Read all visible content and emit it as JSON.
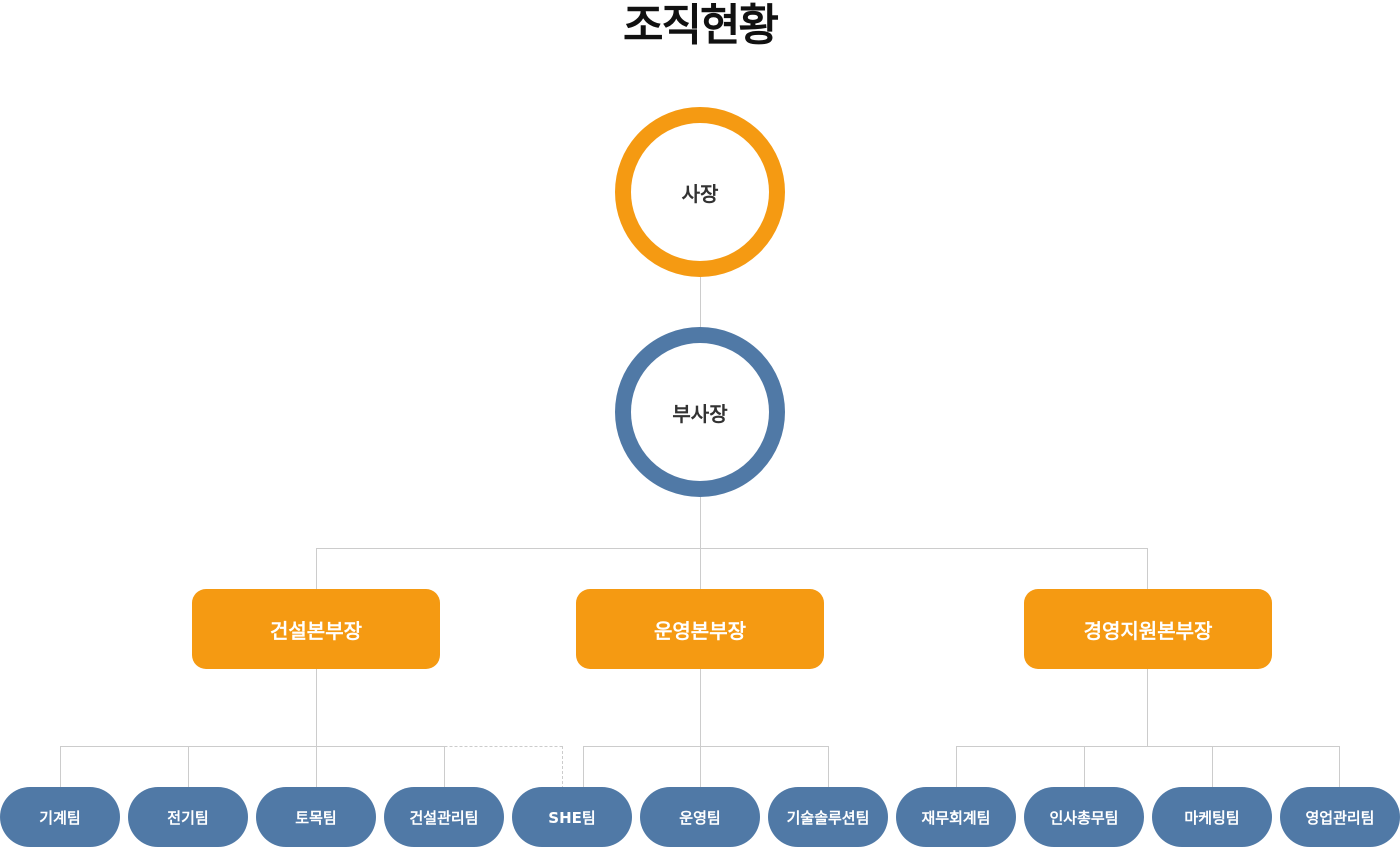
{
  "title": "조직현황",
  "ceo": "사장",
  "vice_president": "부사장",
  "headquarters": [
    "건설본부장",
    "운영본부장",
    "경영지원본부장"
  ],
  "teams": {
    "construction": [
      "기계팀",
      "전기팀",
      "토목팀",
      "건설관리팀"
    ],
    "operations": [
      "SHE팀",
      "운영팀",
      "기술솔루션팀"
    ],
    "management": [
      "재무회계팀",
      "인사총무팀",
      "마케팅팀",
      "영업관리팀"
    ]
  },
  "colors": {
    "orange": "#f59a12",
    "blue": "#5079a6",
    "line": "#cccccc"
  }
}
